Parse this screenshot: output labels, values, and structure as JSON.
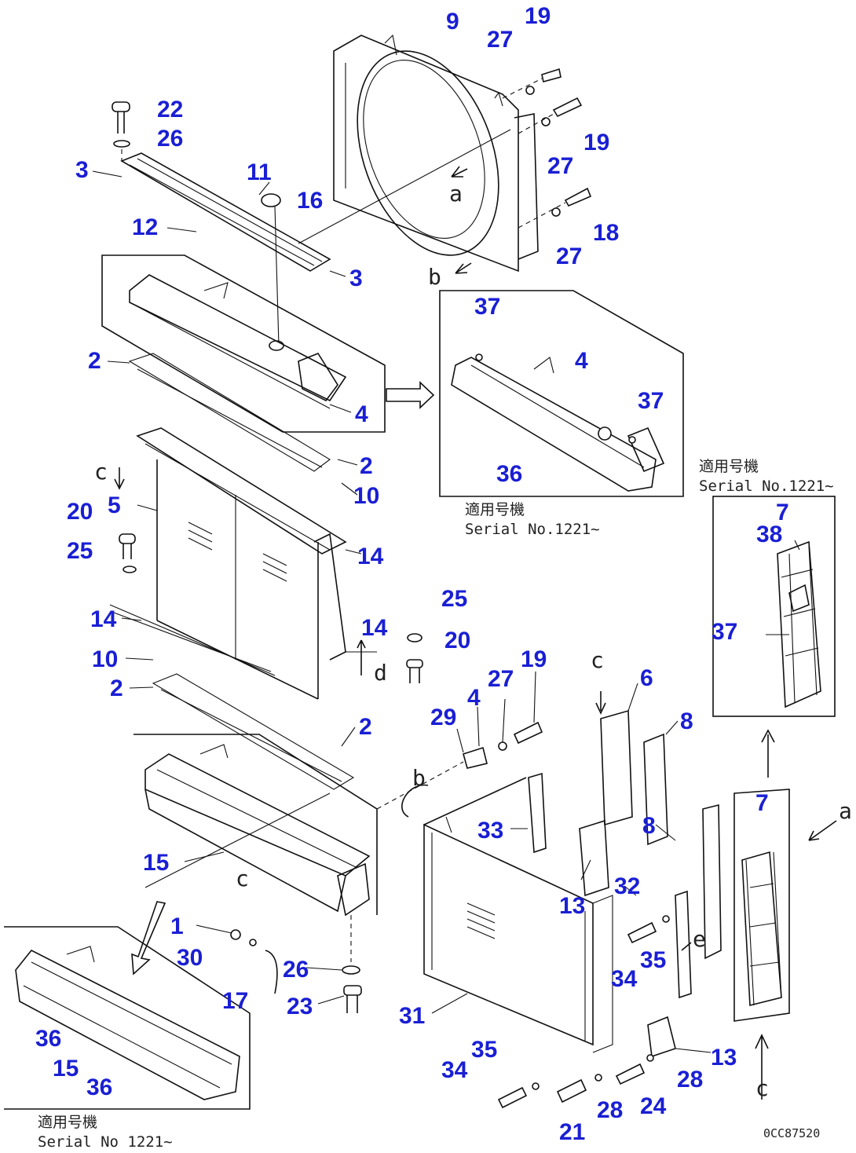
{
  "callouts": [
    "1",
    "2",
    "3",
    "4",
    "5",
    "6",
    "7",
    "8",
    "9",
    "10",
    "11",
    "12",
    "13",
    "14",
    "15",
    "16",
    "17",
    "18",
    "19",
    "20",
    "21",
    "22",
    "23",
    "24",
    "25",
    "26",
    "27",
    "28",
    "29",
    "30",
    "31",
    "32",
    "33",
    "34",
    "35",
    "36",
    "37",
    "38"
  ],
  "view_letters": [
    "a",
    "b",
    "c",
    "d",
    "e"
  ],
  "notes": {
    "serial_label": "Serial No.1221~",
    "serial_label_short": "Serial No 1221~",
    "applicable_jp": "適用号機"
  },
  "drawing_code": "0CC87520"
}
